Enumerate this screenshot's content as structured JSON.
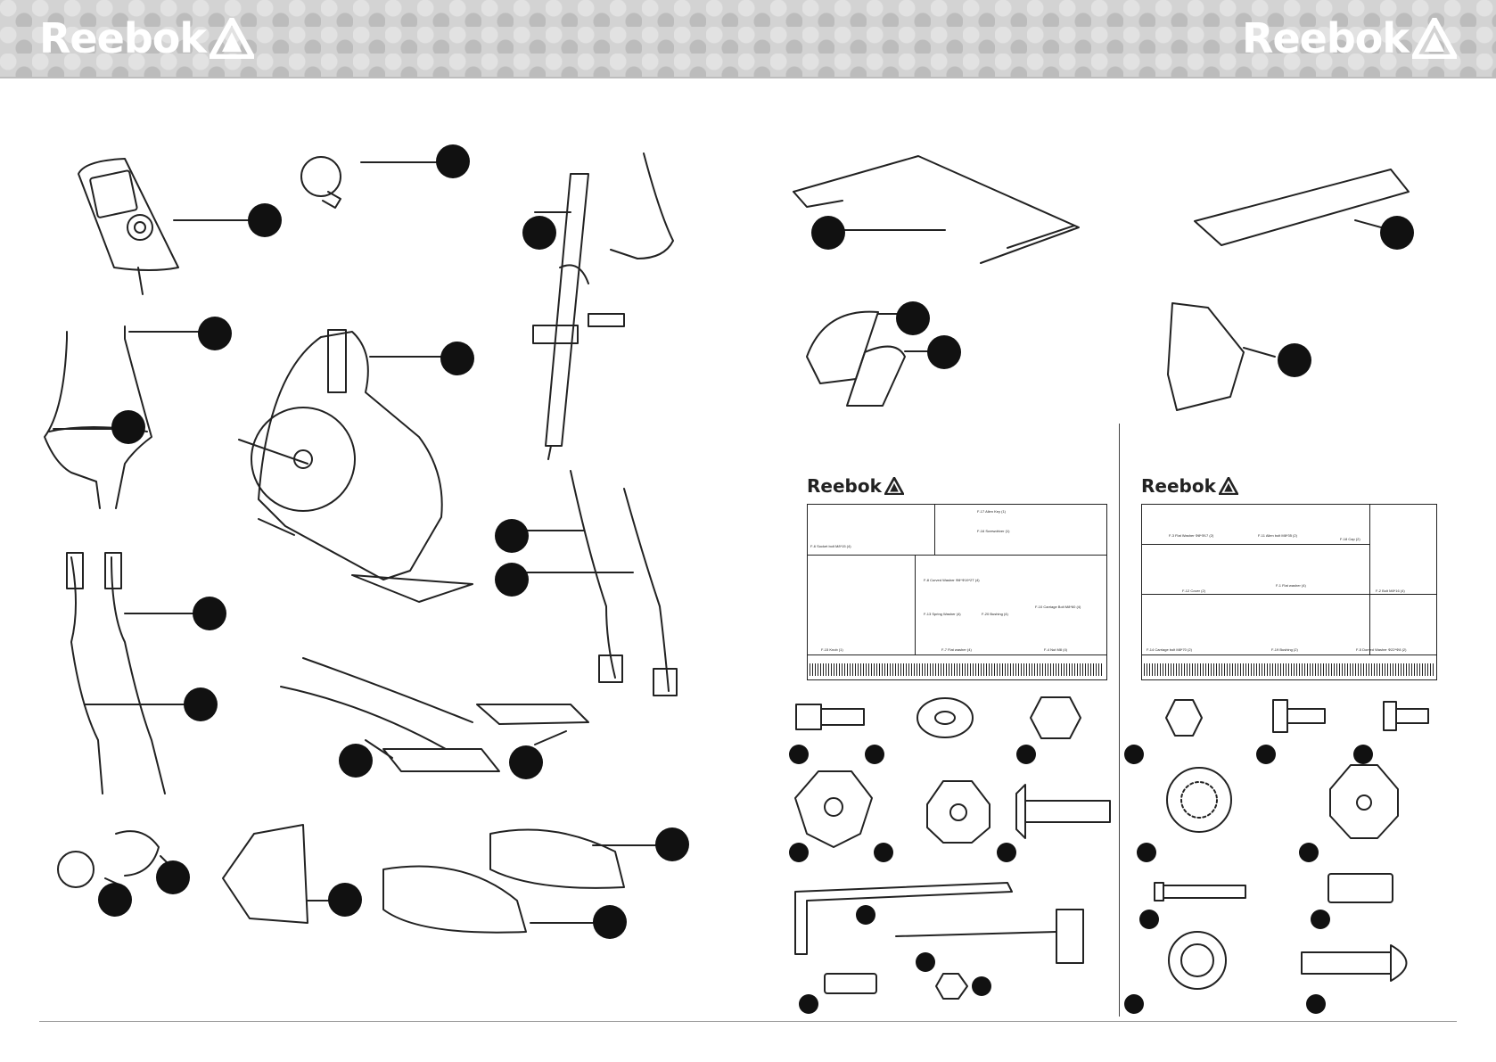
{
  "header": {
    "brand_left": "Reebok",
    "brand_right": "Reebok"
  },
  "hardware_sheets": {
    "left": {
      "brand": "Reebok",
      "labels": [
        "F-17 Allen Key (1)",
        "F-16 Screwdriver (1)",
        "F-6 Socket bolt M8*15 (4)",
        "F-8 Curved Washer Φ8*Φ19*2T (4)",
        "F-10 Carriage Bolt M8*60 (4)",
        "F-15 Knob (1)",
        "F-13 Spring Washer (4)",
        "F-7 Flat washer (4)",
        "F-4 Nut M8 (4)",
        "F-20 Bushing (4)"
      ]
    },
    "right": {
      "brand": "Reebok",
      "labels": [
        "F-3 Flat Washer Φ8*Φ17 (2)",
        "F-11 Allen bolt M8*35 (2)",
        "F-12 Cover (2)",
        "F-1 Flat washer (4)",
        "F-18 Cap (2)",
        "F-14 Carriage bolt M8*70 (2)",
        "F-19 Bushing (2)",
        "F-5 Domed Washer Φ22*Φ8 (2)",
        "F-2 Bolt M8*16 (4)"
      ]
    }
  },
  "colors": {
    "header_bg": "#d3d3d3",
    "ink": "#111111",
    "brand_text": "#ffffff"
  },
  "icons": [
    "reebok-delta-logo",
    "console-part-icon",
    "frame-part-icon",
    "handlebar-part-icon",
    "pedal-part-icon",
    "bolt-icon",
    "washer-icon",
    "nut-icon",
    "knob-icon",
    "allen-key-icon",
    "screwdriver-icon"
  ]
}
